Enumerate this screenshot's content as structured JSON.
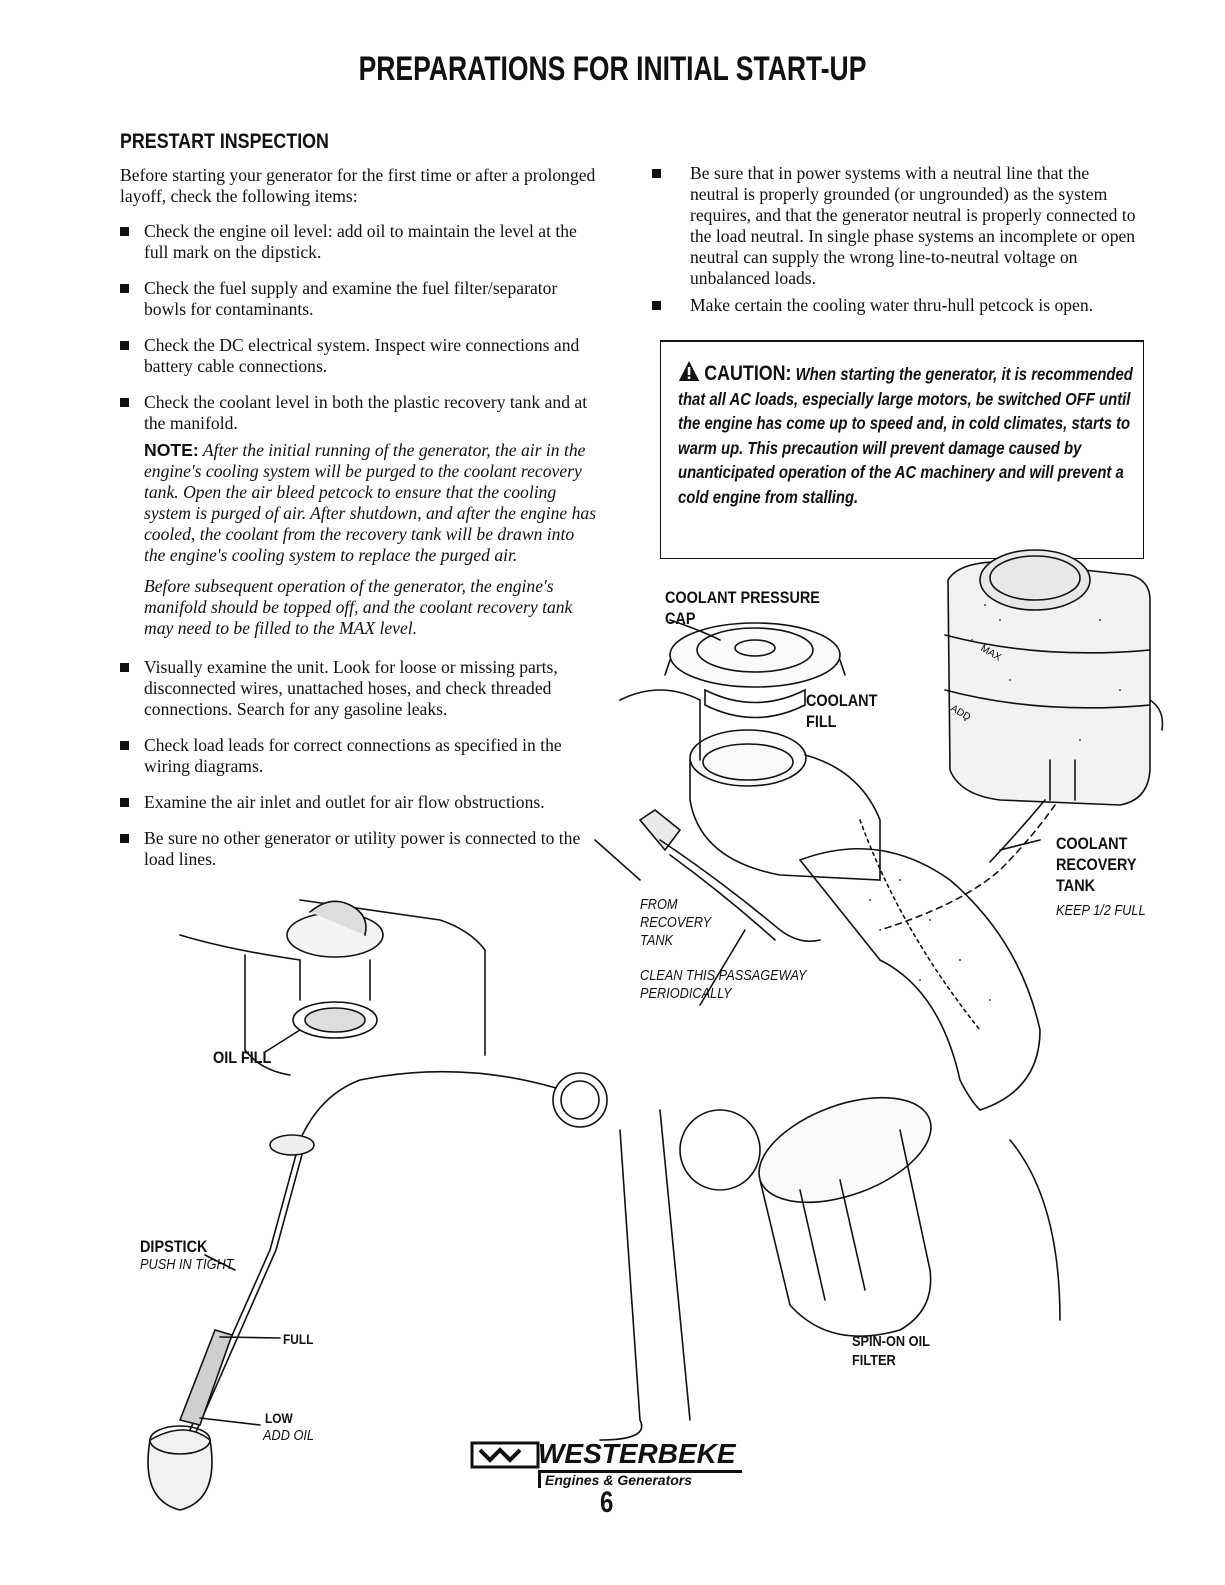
{
  "page": {
    "title": "PREPARATIONS FOR INITIAL START-UP",
    "section_title": "PRESTART INSPECTION",
    "intro": "Before starting your generator for the first time or after a prolonged layoff, check the following items:",
    "left_bullets": [
      "Check the engine oil level: add oil to maintain the level at the full mark on the dipstick.",
      "Check the fuel supply and examine the fuel filter/separator bowls for contaminants.",
      "Check the DC electrical system. Inspect wire connections and battery cable connections.",
      "Check the coolant level in both the plastic recovery tank and at the manifold."
    ],
    "note_label": "NOTE:",
    "note_text": "After the initial running of the generator, the air in the engine's cooling system will be purged to the coolant recovery tank. Open the air bleed petcock to ensure that the cooling system is purged of air. After shutdown, and after the engine has cooled, the coolant from the recovery tank will be drawn into the engine's cooling system to replace the purged air.",
    "note_text_2": "Before subsequent operation of the generator, the engine's manifold should be topped off, and the coolant recovery tank may need to be filled to the MAX level.",
    "left_bullets_2": [
      "Visually examine the unit. Look for loose or missing parts, disconnected wires, unattached hoses, and check threaded connections. Search for any gasoline leaks.",
      "Check load leads for correct connections as specified in the wiring diagrams.",
      "Examine the air inlet and outlet for air flow obstructions.",
      "Be sure no other generator or utility power is connected to the load lines."
    ],
    "right_bullets": [
      "Be sure that in power systems with a neutral line that the neutral is properly grounded (or ungrounded) as the system requires, and that the generator neutral is properly connected to the load neutral. In single phase systems an incomplete or open neutral can supply the wrong line-to-neutral voltage on unbalanced loads.",
      "Make certain the cooling water thru-hull petcock is open."
    ],
    "caution_label": "CAUTION:",
    "caution_text": "When starting the generator, it is recommended that all AC loads, especially large motors, be switched OFF until the engine has come up to speed and, in cold climates, starts to warm up. This precaution will prevent damage caused by unanticipated operation of the AC machinery and will prevent a cold engine from stalling.",
    "page_number": "6"
  },
  "figure": {
    "coolant_pressure_cap": "COOLANT PRESSURE CAP",
    "coolant_fill": "COOLANT FILL",
    "coolant_recovery_tank": "COOLANT RECOVERY TANK",
    "keep_half_full": "KEEP 1/2 FULL",
    "from_recovery_tank": "FROM RECOVERY TANK",
    "clean_passageway": "CLEAN THIS PASSAGEWAY PERIODICALLY",
    "oil_fill": "OIL FILL",
    "dipstick": "DIPSTICK",
    "push_in_tight": "PUSH IN TIGHT",
    "full": "FULL",
    "low": "LOW",
    "add_oil": "ADD OIL",
    "spin_on_oil_filter": "SPIN-ON OIL FILTER",
    "max_mark": "MAX",
    "add_mark": "ADD"
  },
  "logo": {
    "brand": "WESTERBEKE",
    "tagline": "Engines & Generators"
  }
}
